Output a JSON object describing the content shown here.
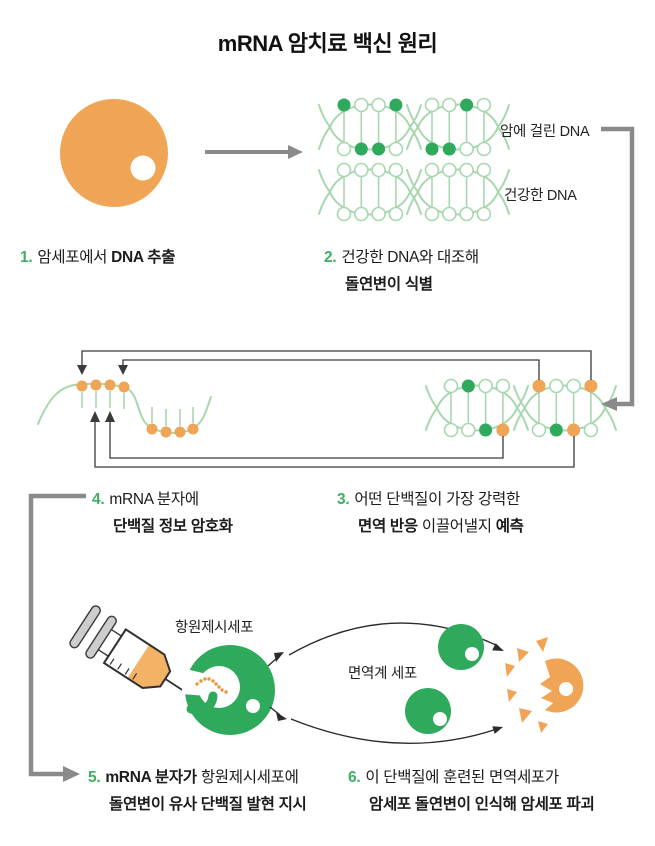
{
  "title": "mRNA 암치료 백신 원리",
  "labels": {
    "cancer_dna": "암에 걸린 DNA",
    "healthy_dna": "건강한 DNA",
    "antigen_presenting_cell": "항원제시세포",
    "immune_cells": "면역계 세포"
  },
  "steps": [
    {
      "num": "1.",
      "l1_normal": "암세포에서 ",
      "l1_bold": "DNA 추출"
    },
    {
      "num": "2.",
      "l1_normal": "건강한 DNA와 대조해",
      "l2_bold": "돌연변이 식별"
    },
    {
      "num": "3.",
      "l1_normal": "어떤 단백질이 가장 강력한",
      "l2_bold1": "면역 반응",
      "l2_normal": " 이끌어낼지 ",
      "l2_bold2": "예측"
    },
    {
      "num": "4.",
      "l1_normal": "mRNA 분자에",
      "l2_bold": "단백질 정보 암호화"
    },
    {
      "num": "5.",
      "l1_bold": "mRNA 분자가",
      "l1_normal": " 항원제시세포에",
      "l2_bold": "돌연변이 유사 단백질 발현 지시"
    },
    {
      "num": "6.",
      "l1_normal": "이 단백질에 훈련된 면역세포가",
      "l2_bold": "암세포 돌연변이 인식해 암세포 파괴"
    }
  ],
  "colors": {
    "orange": "#F0A455",
    "green": "#2FA95C",
    "light_green": "#A8D7AF",
    "gray": "#8A8A8A",
    "step_number_green": "#3FAE62",
    "dark_line": "#3A3A3A",
    "syringe_fluid": "#F3B266"
  },
  "dna_patterns": {
    "cancer": {
      "segments": [
        {
          "top": [
            "g",
            "w",
            "w",
            "g"
          ],
          "bottom": [
            "w",
            "g",
            "g",
            "w"
          ]
        },
        {
          "top": [
            "w",
            "w",
            "g",
            "w"
          ],
          "bottom": [
            "g",
            "g",
            "w",
            "w"
          ]
        }
      ]
    },
    "healthy": {
      "segments": [
        {
          "top": [
            "w",
            "w",
            "w",
            "w"
          ],
          "bottom": [
            "w",
            "w",
            "w",
            "w"
          ]
        },
        {
          "top": [
            "w",
            "w",
            "w",
            "w"
          ],
          "bottom": [
            "w",
            "w",
            "w",
            "w"
          ]
        }
      ]
    },
    "mrna_template": {
      "segments": [
        {
          "top": [
            "w",
            "g",
            "w",
            "w"
          ],
          "bottom": [
            "w",
            "w",
            "g",
            "o"
          ]
        },
        {
          "top": [
            "o",
            "w",
            "w",
            "o"
          ],
          "bottom": [
            "w",
            "g",
            "o",
            "w"
          ]
        }
      ]
    }
  }
}
